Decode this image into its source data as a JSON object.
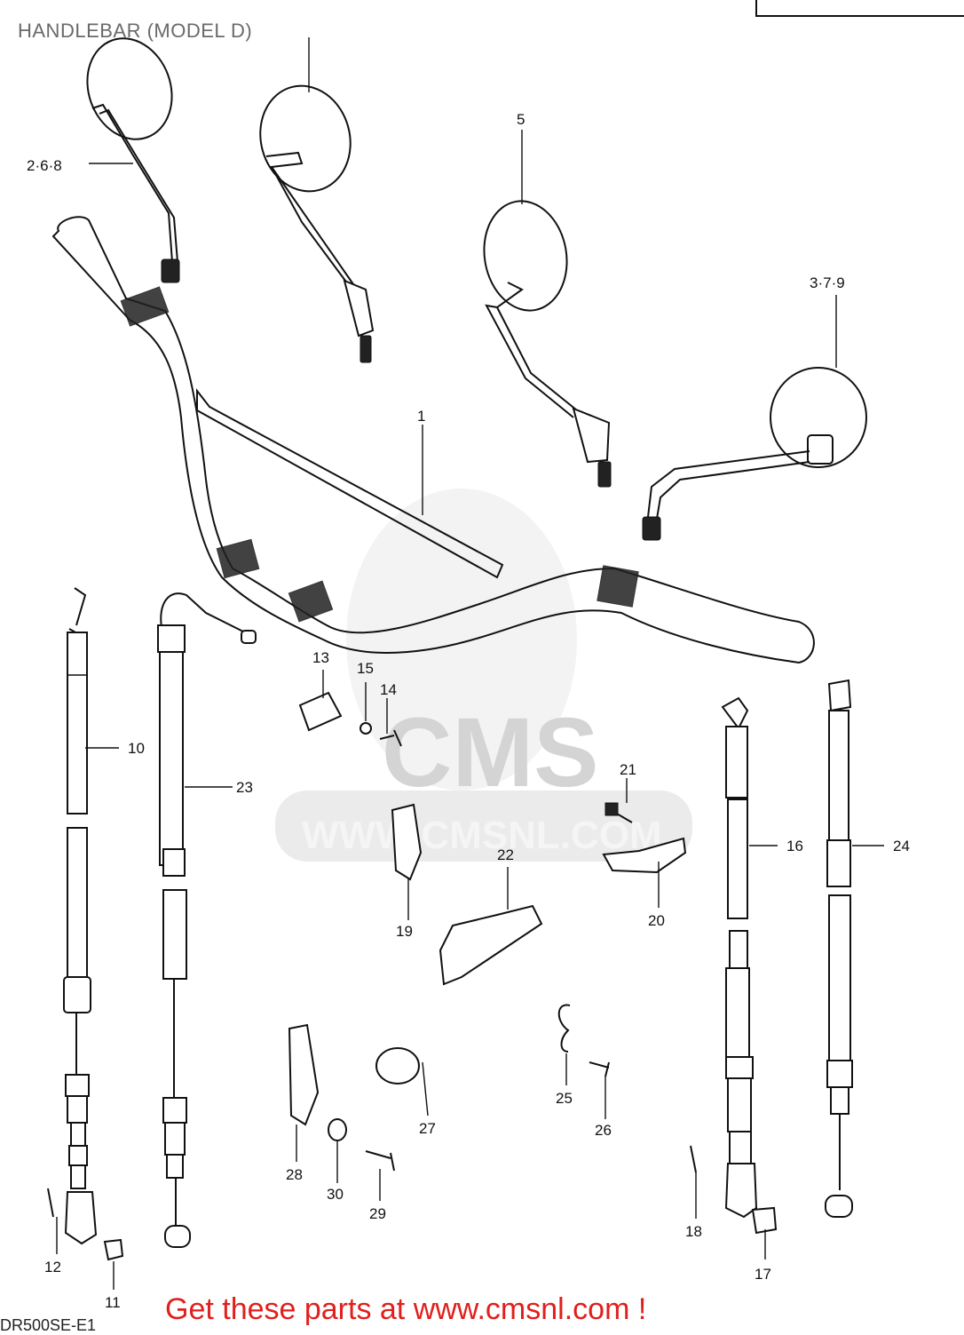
{
  "title": "HANDLEBAR (MODEL D)",
  "footer": "Get these parts at www.cmsnl.com !",
  "diagram_code": "DR500SE-E1",
  "watermark": {
    "logo": "CMS",
    "url": "WWW.CMSNL.COM"
  },
  "colors": {
    "footer_text": "#e0201c",
    "title_text": "#6a6a6a",
    "line_art": "#111111",
    "watermark": "#d6d6d6"
  },
  "callouts": [
    "1",
    "2·6·8",
    "3·7·9",
    "5",
    "10",
    "11",
    "12",
    "13",
    "14",
    "15",
    "16",
    "17",
    "18",
    "19",
    "20",
    "21",
    "22",
    "23",
    "24",
    "25",
    "26",
    "27",
    "28",
    "29",
    "30"
  ]
}
